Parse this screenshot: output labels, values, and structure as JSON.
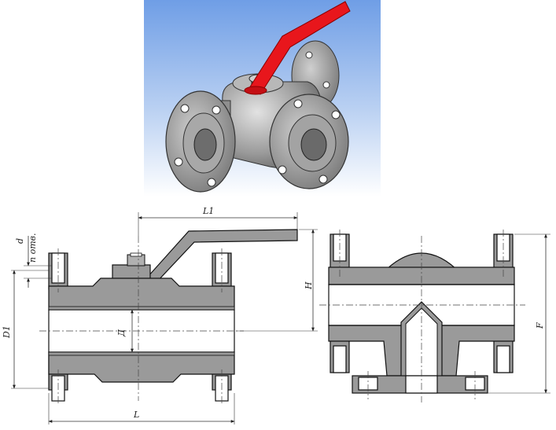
{
  "labels": {
    "L1": "L1",
    "d": "d",
    "n_holes": "n отв.",
    "H": "H",
    "D1": "D1",
    "D": "Д",
    "L": "L",
    "F": "F"
  },
  "colors": {
    "sky_top": "#7fa9e6",
    "sky_bottom": "#ffffff",
    "valve_metal": "#8c8c8c",
    "handle": "#e8161c",
    "section_fill": "#9a9a9a",
    "outline": "#111111"
  }
}
